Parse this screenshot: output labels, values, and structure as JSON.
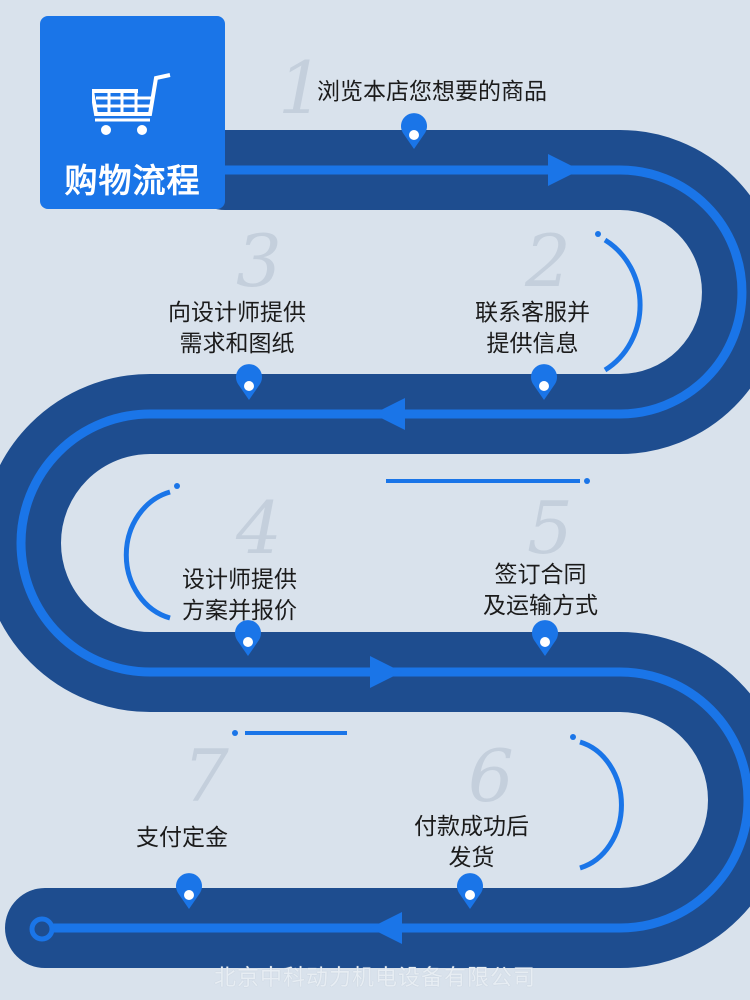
{
  "header": {
    "title": "购物流程",
    "icon": "shopping-cart-icon"
  },
  "steps": [
    {
      "number": "1",
      "label_lines": [
        "浏览本店您想要的商品"
      ]
    },
    {
      "number": "2",
      "label_lines": [
        "联系客服并",
        "提供信息"
      ]
    },
    {
      "number": "3",
      "label_lines": [
        "向设计师提供",
        "需求和图纸"
      ]
    },
    {
      "number": "4",
      "label_lines": [
        "设计师提供",
        "方案并报价"
      ]
    },
    {
      "number": "5",
      "label_lines": [
        "签订合同",
        "及运输方式"
      ]
    },
    {
      "number": "6",
      "label_lines": [
        "付款成功后",
        "发货"
      ]
    },
    {
      "number": "7",
      "label_lines": [
        "支付定金"
      ]
    }
  ],
  "footer": {
    "company": "北京中科动力机电设备有限公司"
  },
  "colors": {
    "road": "#1e4d8f",
    "line": "#1a75e8",
    "background": "#d9e2ec"
  }
}
